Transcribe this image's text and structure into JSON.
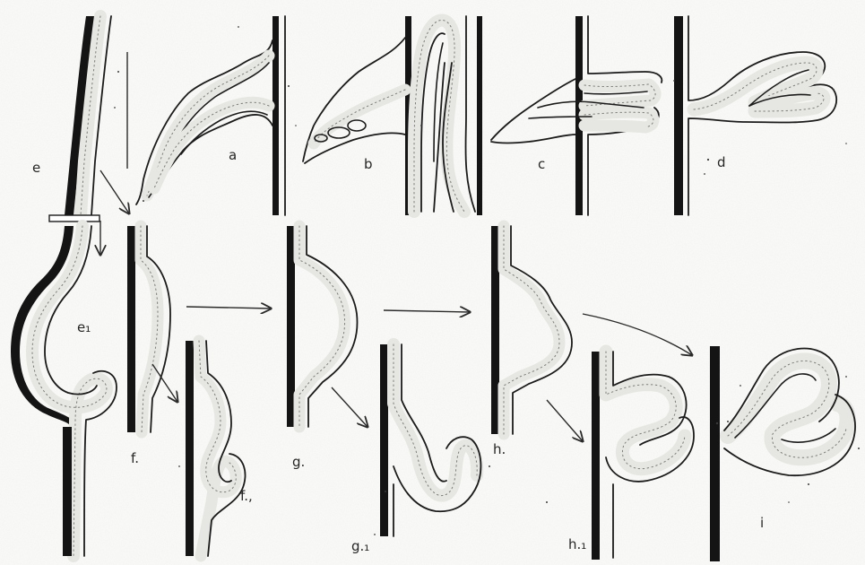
{
  "figure": {
    "labels": {
      "a": "a",
      "b": "b",
      "c": "c",
      "d": "d",
      "e": "e",
      "e1": "e₁",
      "f": "f.",
      "f1": "f.,",
      "g": "g.",
      "g1": "g.₁",
      "h": "h.",
      "h1": "h.₁",
      "i": "i"
    }
  }
}
